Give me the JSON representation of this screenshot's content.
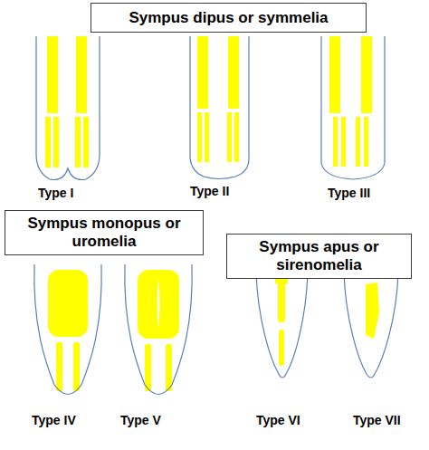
{
  "diagram": {
    "nodes": [
      {
        "text": [
          "Sympus dipus or symmelia"
        ]
      },
      {
        "text": [
          "Sympus monopus or uromelia"
        ]
      },
      {
        "text": [
          "Sympus apus or sirenomelia"
        ]
      }
    ],
    "labels": [
      "Type I",
      "Type II",
      "Type III",
      "Type IV",
      "Type V",
      "Type VI",
      "Type VII"
    ]
  }
}
